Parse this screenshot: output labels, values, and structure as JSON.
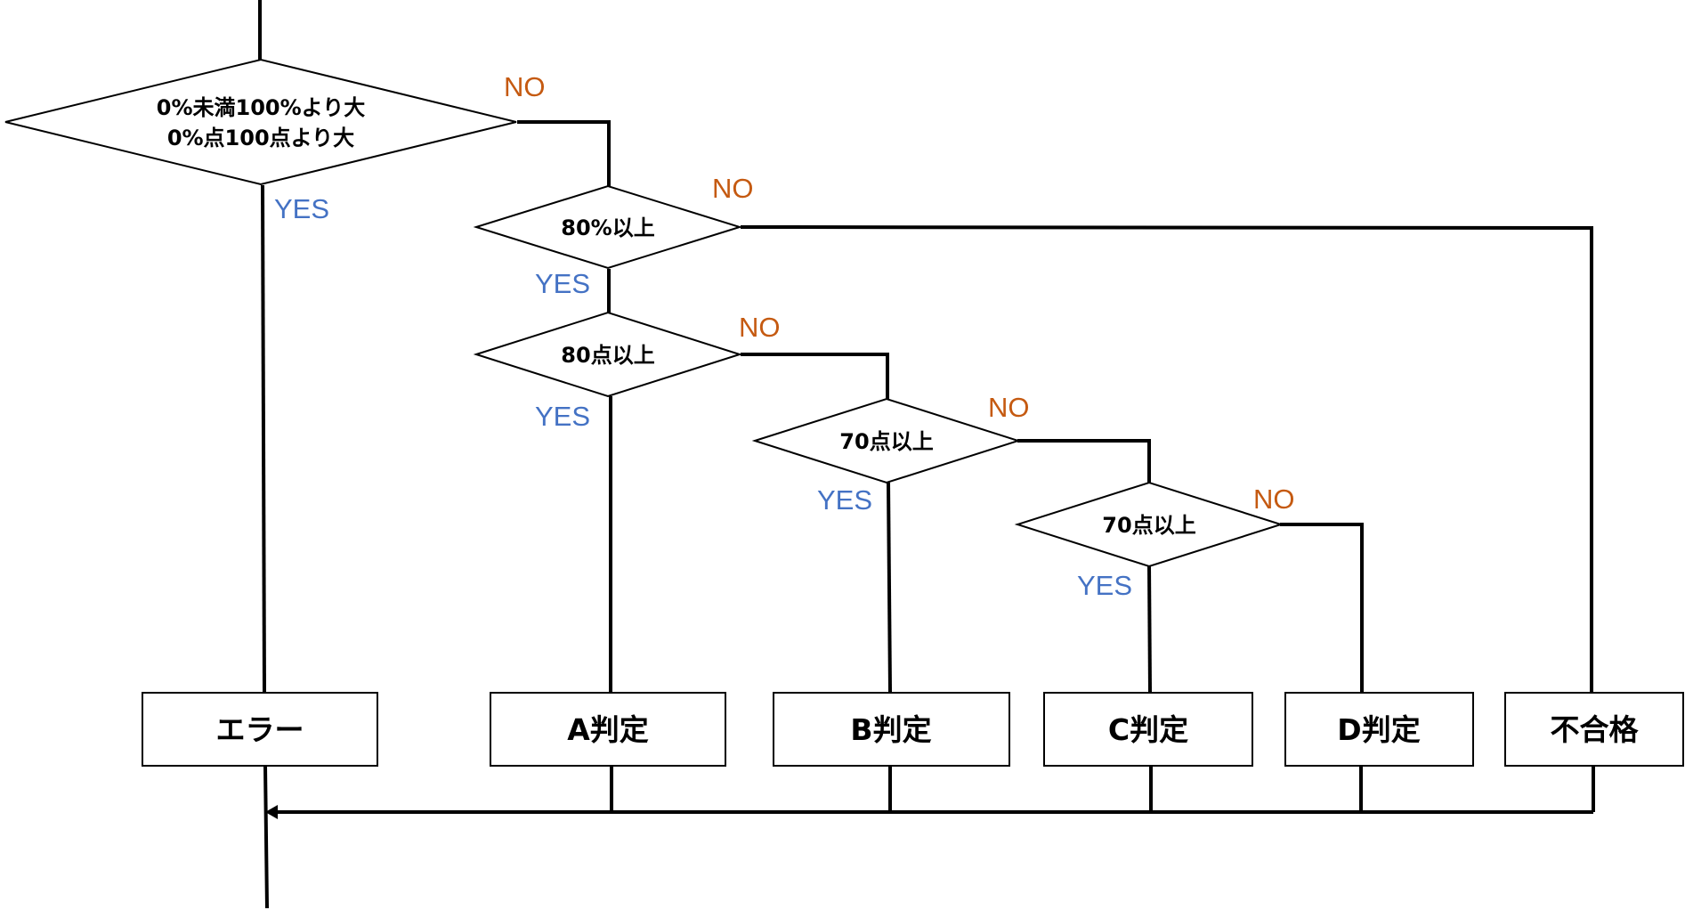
{
  "colors": {
    "yes": "#4472c4",
    "no": "#c55a11",
    "stroke": "#000000"
  },
  "decisions": {
    "range_check": {
      "line1": "0%未満100%より大",
      "line2": "0%点100点より大"
    },
    "pct80": {
      "label": "80%以上"
    },
    "pt80": {
      "label": "80点以上"
    },
    "pt70_b": {
      "label": "70点以上"
    },
    "pt70_c": {
      "label": "70点以上"
    }
  },
  "branch_labels": {
    "range_check": {
      "yes": "YES",
      "no": "NO"
    },
    "pct80": {
      "yes": "YES",
      "no": "NO"
    },
    "pt80": {
      "yes": "YES",
      "no": "NO"
    },
    "pt70_b": {
      "yes": "YES",
      "no": "NO"
    },
    "pt70_c": {
      "yes": "YES",
      "no": "NO"
    }
  },
  "results": {
    "error": "エラー",
    "a": "A判定",
    "b": "B判定",
    "c": "C判定",
    "d": "D判定",
    "fail": "不合格"
  }
}
